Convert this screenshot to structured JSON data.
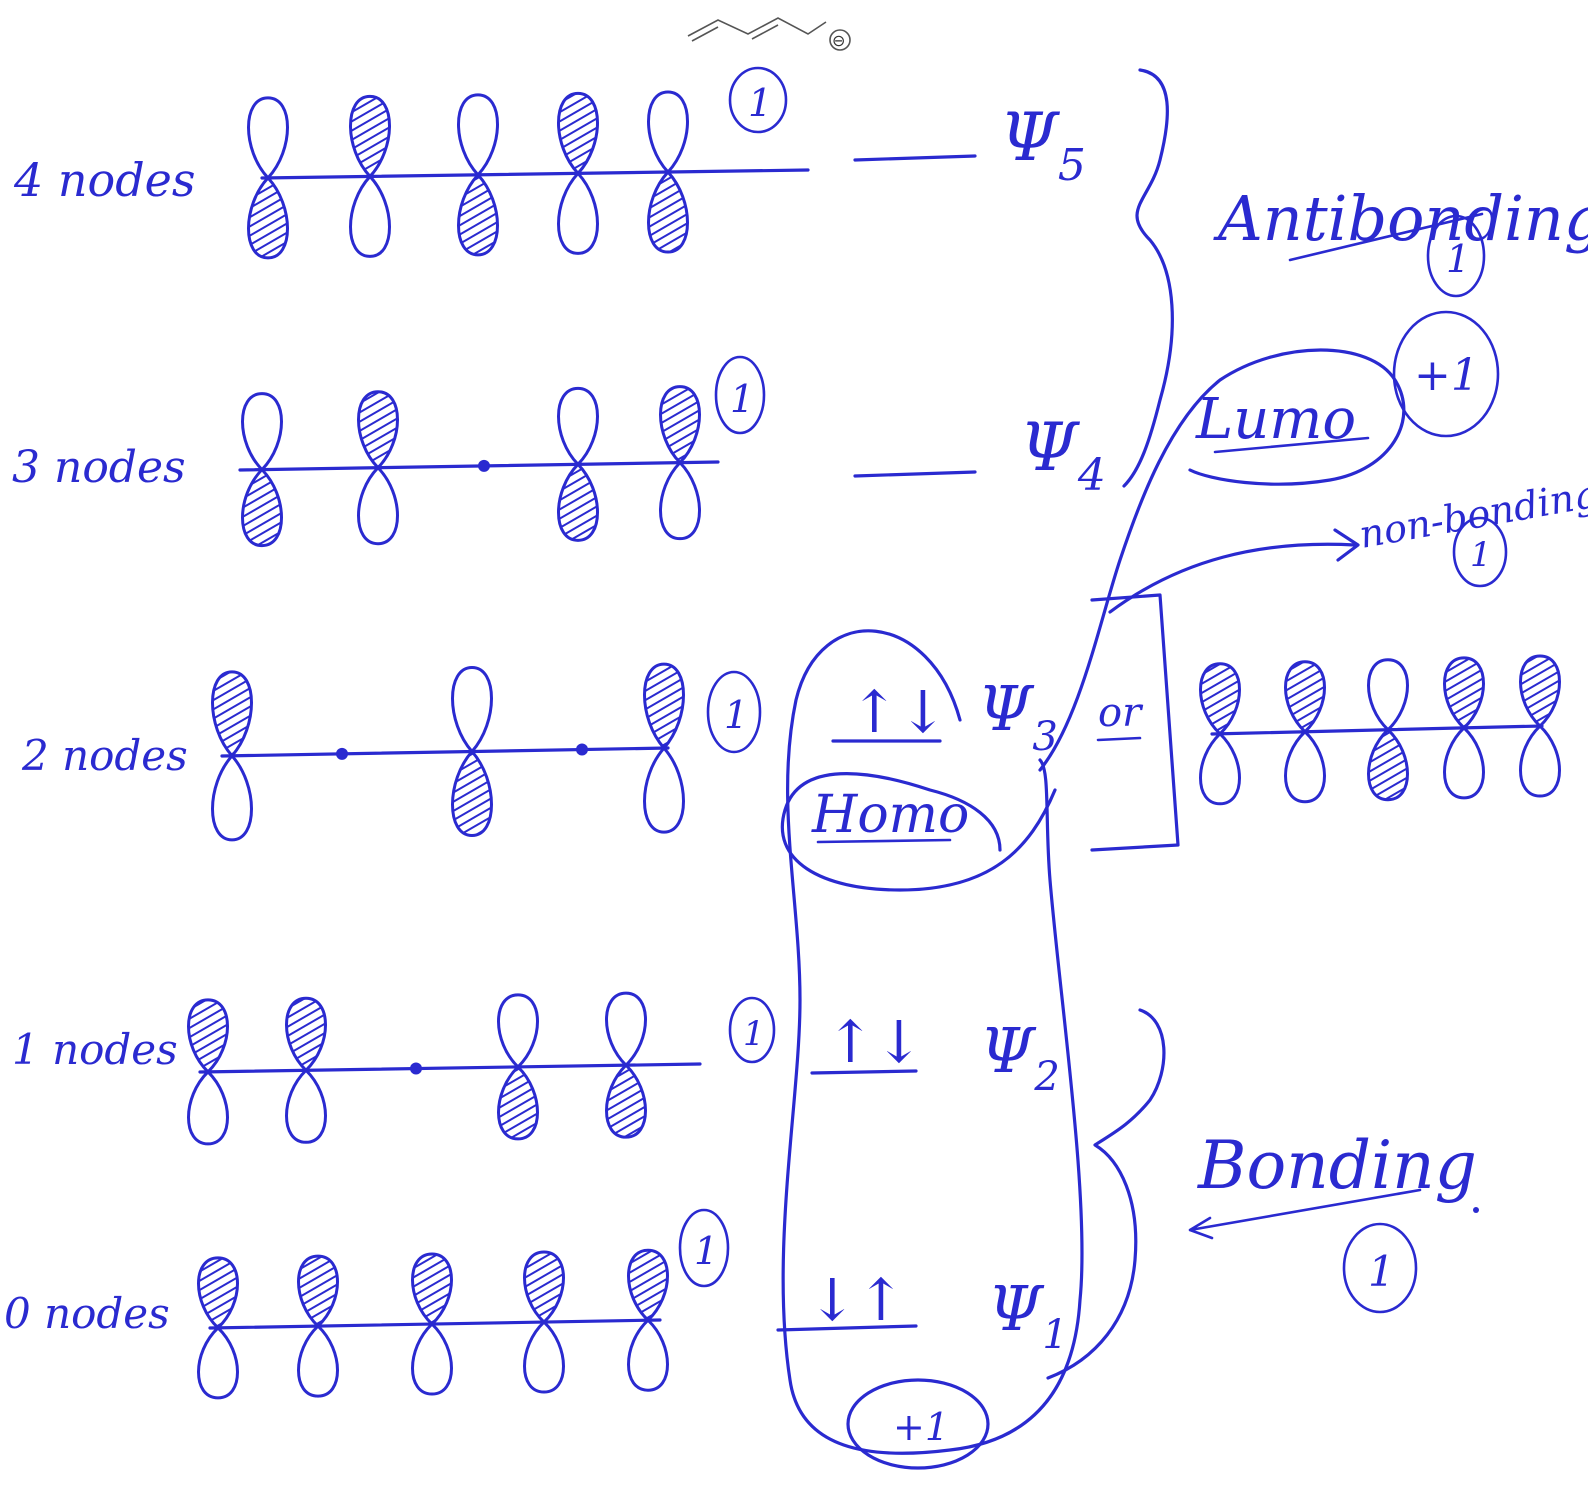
{
  "structure": {
    "charge_label": "⊖"
  },
  "levels": [
    {
      "node_label": "4 nodes",
      "psi": "Ψ",
      "sub": "5",
      "electrons": "",
      "score": "1"
    },
    {
      "node_label": "3 nodes",
      "psi": "Ψ",
      "sub": "4",
      "electrons": "",
      "score": "1"
    },
    {
      "node_label": "2 nodes",
      "psi": "Ψ",
      "sub": "3",
      "electrons": "↑↓",
      "score": "1"
    },
    {
      "node_label": "1 nodes",
      "psi": "Ψ",
      "sub": "2",
      "electrons": "↑↓",
      "score": "1"
    },
    {
      "node_label": "0 nodes",
      "psi": "Ψ",
      "sub": "1",
      "electrons": "↓↑",
      "score": "1"
    }
  ],
  "annotations": {
    "antibonding": "Antibonding",
    "antibonding_score": "1",
    "lumo": "Lumo",
    "lumo_score": "+1",
    "non_bonding": "non-bonding",
    "non_bonding_score": "1",
    "or": "or",
    "homo": "Homo",
    "bonding": "Bonding",
    "bonding_score": "1",
    "extra_score": "+1"
  },
  "orbital_patterns": {
    "psi5": [
      "down",
      "up",
      "down",
      "up",
      "down"
    ],
    "psi4": [
      "down",
      "up",
      "node",
      "down",
      "up"
    ],
    "psi3": [
      "up",
      "node",
      "down",
      "node",
      "up"
    ],
    "psi2": [
      "up",
      "up",
      "node",
      "down",
      "down"
    ],
    "psi1": [
      "up",
      "up",
      "up",
      "up",
      "up"
    ],
    "alt_psi3": [
      "up",
      "up",
      "down",
      "up",
      "up"
    ]
  }
}
